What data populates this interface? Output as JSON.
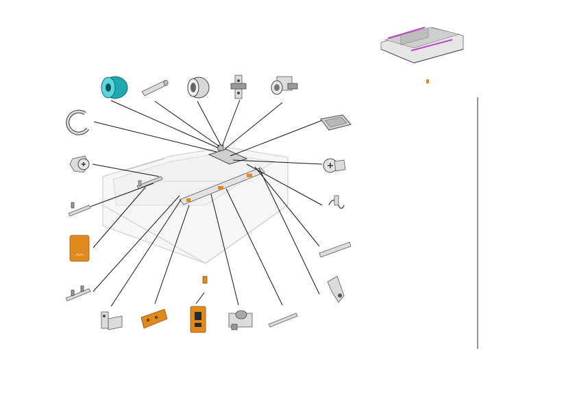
{
  "figure": {
    "thumbnail": {
      "highlight_color": "#e08a1e",
      "accent_color": "#c040d0"
    },
    "parts": [
      {
        "id": "roller",
        "icon": "cyan-roller-icon",
        "color": "#2ab8c0"
      },
      {
        "id": "shaft",
        "icon": "pin-shaft-icon"
      },
      {
        "id": "bushing",
        "icon": "bushing-icon"
      },
      {
        "id": "mount-bracket",
        "icon": "bracket-icon"
      },
      {
        "id": "coupling",
        "icon": "coupling-icon"
      },
      {
        "id": "e-ring",
        "icon": "e-ring-icon"
      },
      {
        "id": "plate",
        "icon": "plate-icon"
      },
      {
        "id": "screw-left",
        "icon": "screw-icon"
      },
      {
        "id": "screw-right",
        "icon": "screw-icon"
      },
      {
        "id": "rail-bracket",
        "icon": "rail-bracket-icon"
      },
      {
        "id": "spring",
        "icon": "spring-icon"
      },
      {
        "id": "label",
        "icon": "label-icon",
        "color": "#e08a1e"
      },
      {
        "id": "rod",
        "icon": "rod-icon"
      },
      {
        "id": "clip",
        "icon": "clip-icon"
      },
      {
        "id": "small-bracket",
        "icon": "small-bracket-icon"
      },
      {
        "id": "pcb",
        "icon": "circuit-board-icon",
        "color": "#e08a1e"
      },
      {
        "id": "sensor",
        "icon": "sensor-icon",
        "color": "#e08a1e"
      },
      {
        "id": "holder",
        "icon": "holder-icon"
      },
      {
        "id": "thin-rod",
        "icon": "thin-rod-icon"
      },
      {
        "id": "lever",
        "icon": "lever-icon"
      }
    ]
  }
}
